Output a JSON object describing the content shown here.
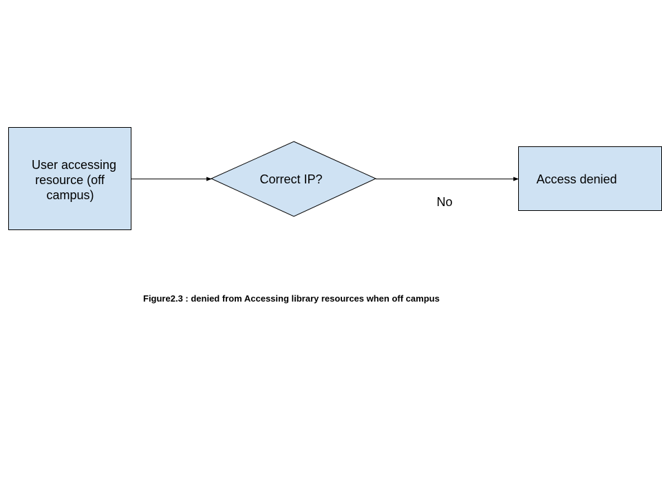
{
  "nodes": {
    "user": {
      "lines": [
        "User accessing",
        "resource (off",
        "campus)"
      ]
    },
    "decision": {
      "label": "Correct IP?"
    },
    "denied": {
      "label": "Access denied"
    }
  },
  "edges": {
    "decision_to_denied": {
      "label": "No"
    }
  },
  "caption": "Figure2.3 : denied from Accessing library resources when off campus",
  "colors": {
    "shape_fill": "#cfe2f3",
    "stroke": "#000000"
  }
}
